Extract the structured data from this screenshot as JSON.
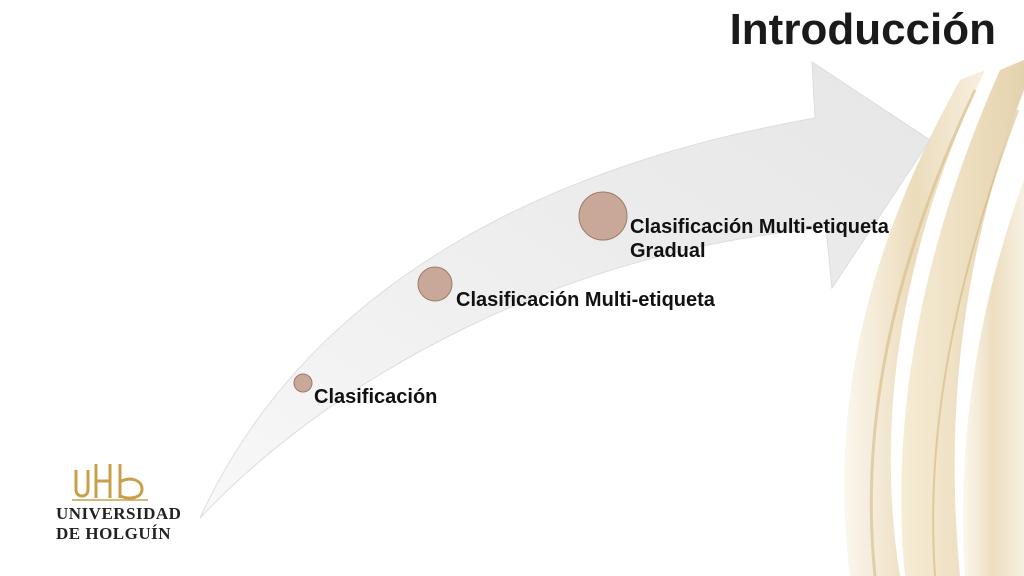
{
  "slide": {
    "title": "Introducción"
  },
  "steps": [
    {
      "label_lines": [
        "Clasificación"
      ]
    },
    {
      "label_lines": [
        "Clasificación Multi-etiqueta"
      ]
    },
    {
      "label_lines": [
        "Clasificación Multi-etiqueta",
        "Gradual"
      ]
    }
  ],
  "logo": {
    "mark": "uHb",
    "line1": "UNIVERSIDAD",
    "line2": "DE HOLGUÍN"
  },
  "colors": {
    "arrow_fill": "#efefef",
    "arrow_edge": "#d9d9d9",
    "circle_fill": "#c9a89a",
    "circle_edge": "#a07a68",
    "gold_accent": "#d8c08f",
    "logo_gold": "#c8a04a"
  }
}
